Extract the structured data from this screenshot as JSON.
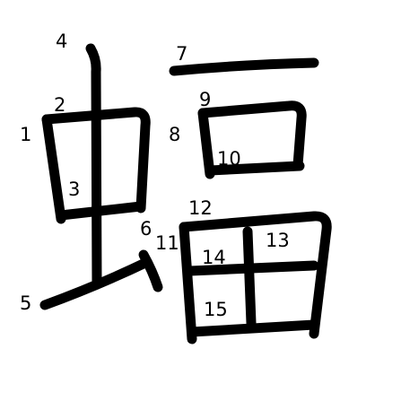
{
  "character": "蝠",
  "stroke_color": "#000000",
  "background": "#ffffff",
  "stroke_numbers": [
    "1",
    "2",
    "3",
    "4",
    "5",
    "6",
    "7",
    "8",
    "9",
    "10",
    "11",
    "12",
    "13",
    "14",
    "15"
  ]
}
